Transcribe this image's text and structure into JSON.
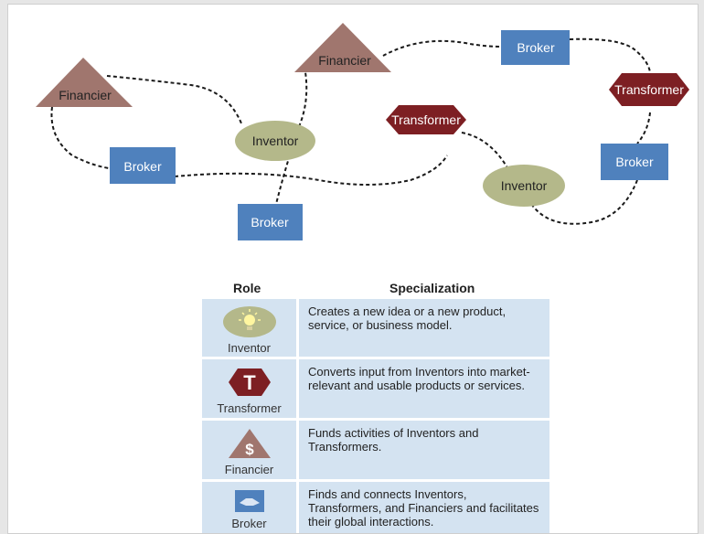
{
  "colors": {
    "financier": "#a0766e",
    "broker": "#4f81bd",
    "transformer": "#7d1f23",
    "inventor": "#b4b88a",
    "table_row": "#d4e3f1"
  },
  "network": {
    "financier_1": "Financier",
    "financier_2": "Financier",
    "broker_1": "Broker",
    "broker_2": "Broker",
    "broker_3": "Broker",
    "broker_4": "Broker",
    "inventor_1": "Inventor",
    "inventor_2": "Inventor",
    "transformer_1": "Transformer",
    "transformer_2": "Transformer"
  },
  "table": {
    "header_role": "Role",
    "header_specialization": "Specialization",
    "rows": [
      {
        "role": "Inventor",
        "icon": "lightbulb-icon",
        "text": "Creates a new idea or a new product, service, or business model."
      },
      {
        "role": "Transformer",
        "icon": "transformer-t-icon",
        "text": "Converts input from Inventors into market-relevant and usable products or services."
      },
      {
        "role": "Financier",
        "icon": "dollar-triangle-icon",
        "text": "Funds activities of Inventors and Transformers."
      },
      {
        "role": "Broker",
        "icon": "handshake-icon",
        "text": "Finds and connects Inventors, Transformers, and Financiers and facilitates their global interactions."
      }
    ]
  }
}
